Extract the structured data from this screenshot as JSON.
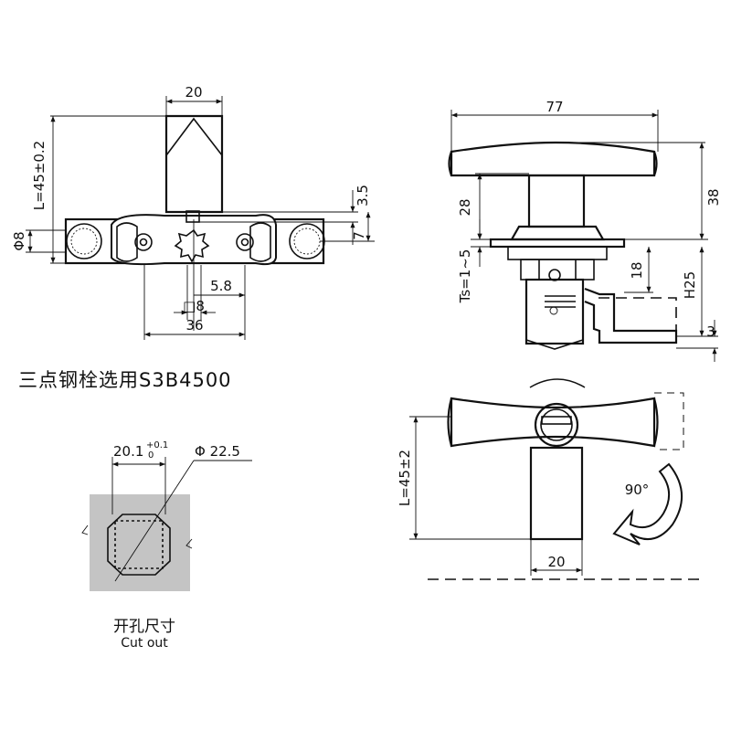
{
  "drawing": {
    "top_left": {
      "width": "20",
      "length": "L=45±0.2",
      "dia": "Φ8",
      "d1": "3.5",
      "d2": "7",
      "d3": "5.8",
      "sq": "□8",
      "d4": "36"
    },
    "top_right": {
      "width": "77",
      "d28": "28",
      "d38": "38",
      "ts": "Ts=1~5",
      "d18": "18",
      "h": "H25",
      "d3": "3"
    },
    "bottom_right": {
      "length": "L=45±2",
      "width": "20",
      "angle": "90°"
    },
    "cutout": {
      "width": "20.1",
      "tol_upper": "+0.1",
      "tol_lower": "0",
      "dia": "Φ 22.5"
    },
    "captions": {
      "main": "三点钢栓选用S3B4500",
      "cutout_cn": "开孔尺寸",
      "cutout_en": "Cut out"
    }
  },
  "colors": {
    "line": "#111111",
    "panel": "#c4c4c4",
    "background": "#ffffff"
  }
}
